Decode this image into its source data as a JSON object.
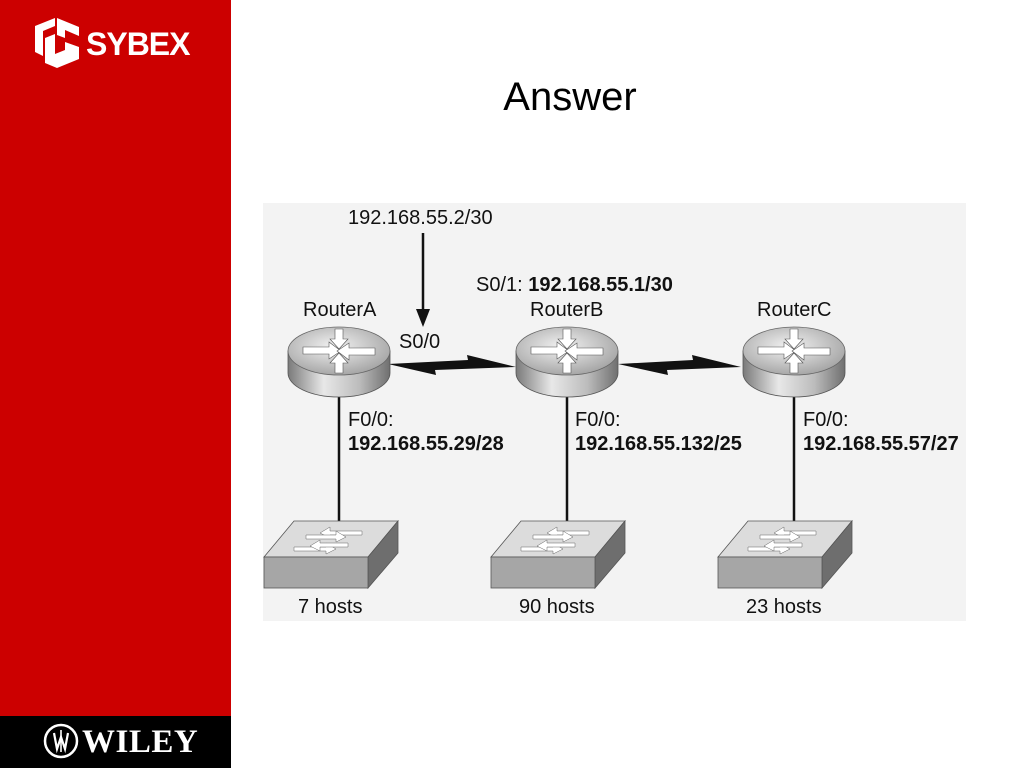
{
  "brand": {
    "publisher": "SYBEX",
    "footer_publisher": "WILEY",
    "sidebar_color": "#cc0000",
    "footer_color": "#000000"
  },
  "slide": {
    "title": "Answer"
  },
  "diagram": {
    "upstream_address": "192.168.55.2/30",
    "routers": [
      {
        "name": "RouterA",
        "interface": "S0/0"
      },
      {
        "name": "RouterB",
        "serial_prefix": "S0/1:",
        "serial_address": "192.168.55.1/30"
      },
      {
        "name": "RouterC"
      }
    ],
    "lan_interfaces": [
      {
        "label": "F0/0:",
        "address": "192.168.55.29/28",
        "hosts": "7 hosts"
      },
      {
        "label": "F0/0:",
        "address": "192.168.55.132/25",
        "hosts": "90 hosts"
      },
      {
        "label": "F0/0:",
        "address": "192.168.55.57/27",
        "hosts": "23 hosts"
      }
    ]
  }
}
